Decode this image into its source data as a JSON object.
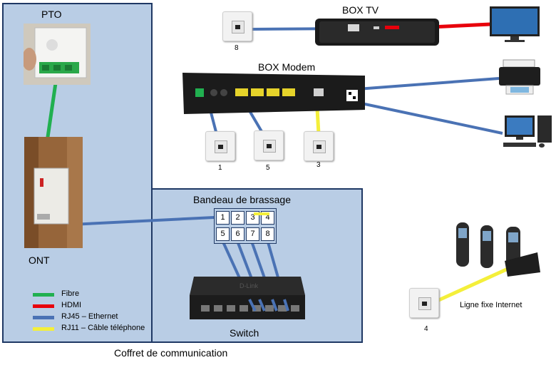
{
  "colors": {
    "fibre": "#21b050",
    "hdmi": "#e8000b",
    "ethernet": "#4a72b4",
    "telephone": "#f4ef3a",
    "panel_fill": "#b9cde5",
    "panel_border": "#1f3864"
  },
  "labels": {
    "pto": "PTO",
    "ont": "ONT",
    "box_tv": "BOX TV",
    "box_modem": "BOX Modem",
    "patch_panel": "Bandeau de brassage",
    "switch": "Switch",
    "cabinet": "Coffret de communication",
    "landline": "Ligne fixe Internet"
  },
  "sockets": {
    "s8": "8",
    "s1": "1",
    "s5": "5",
    "s3": "3",
    "s4": "4"
  },
  "patch_ports": {
    "p1": "1",
    "p2": "2",
    "p3": "3",
    "p4": "4",
    "p5": "5",
    "p6": "6",
    "p7": "7",
    "p8": "8"
  },
  "legend": [
    {
      "label": "Fibre",
      "color": "#21b050"
    },
    {
      "label": "HDMI",
      "color": "#e8000b"
    },
    {
      "label": "RJ45 – Ethernet",
      "color": "#4a72b4"
    },
    {
      "label": "RJ11 – Câble téléphone",
      "color": "#f4ef3a"
    }
  ],
  "icons": {
    "tv": "tv-icon",
    "printer": "printer-icon",
    "computer": "desktop-computer-icon",
    "phones": "cordless-phones-icon",
    "switch_device": "network-switch-icon",
    "modem": "modem-box-icon",
    "tv_box": "tv-box-icon"
  }
}
